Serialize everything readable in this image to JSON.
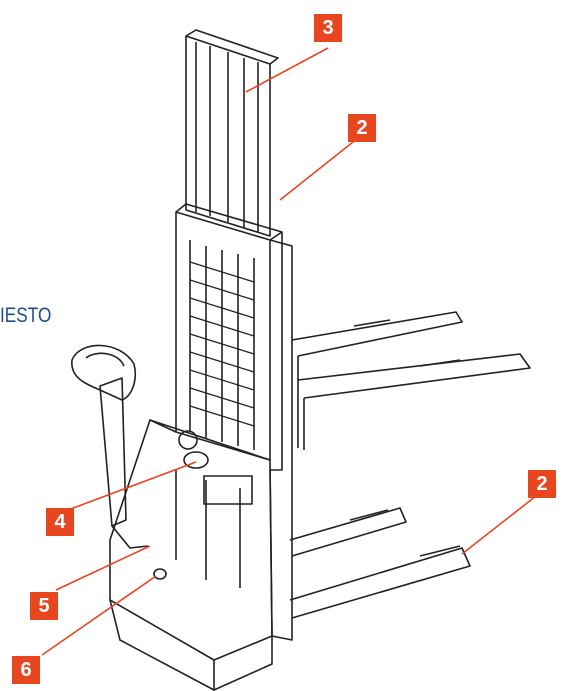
{
  "side_text": "IESTO",
  "callouts": [
    {
      "label": "3"
    },
    {
      "label": "2"
    },
    {
      "label": "2"
    },
    {
      "label": "4"
    },
    {
      "label": "5"
    },
    {
      "label": "6"
    }
  ],
  "colors": {
    "callout_fill": "#e8461e",
    "callout_text": "#ffffff",
    "leader_line": "#e8461e",
    "drawing_stroke": "#222222",
    "side_text": "#1a4f8a"
  }
}
